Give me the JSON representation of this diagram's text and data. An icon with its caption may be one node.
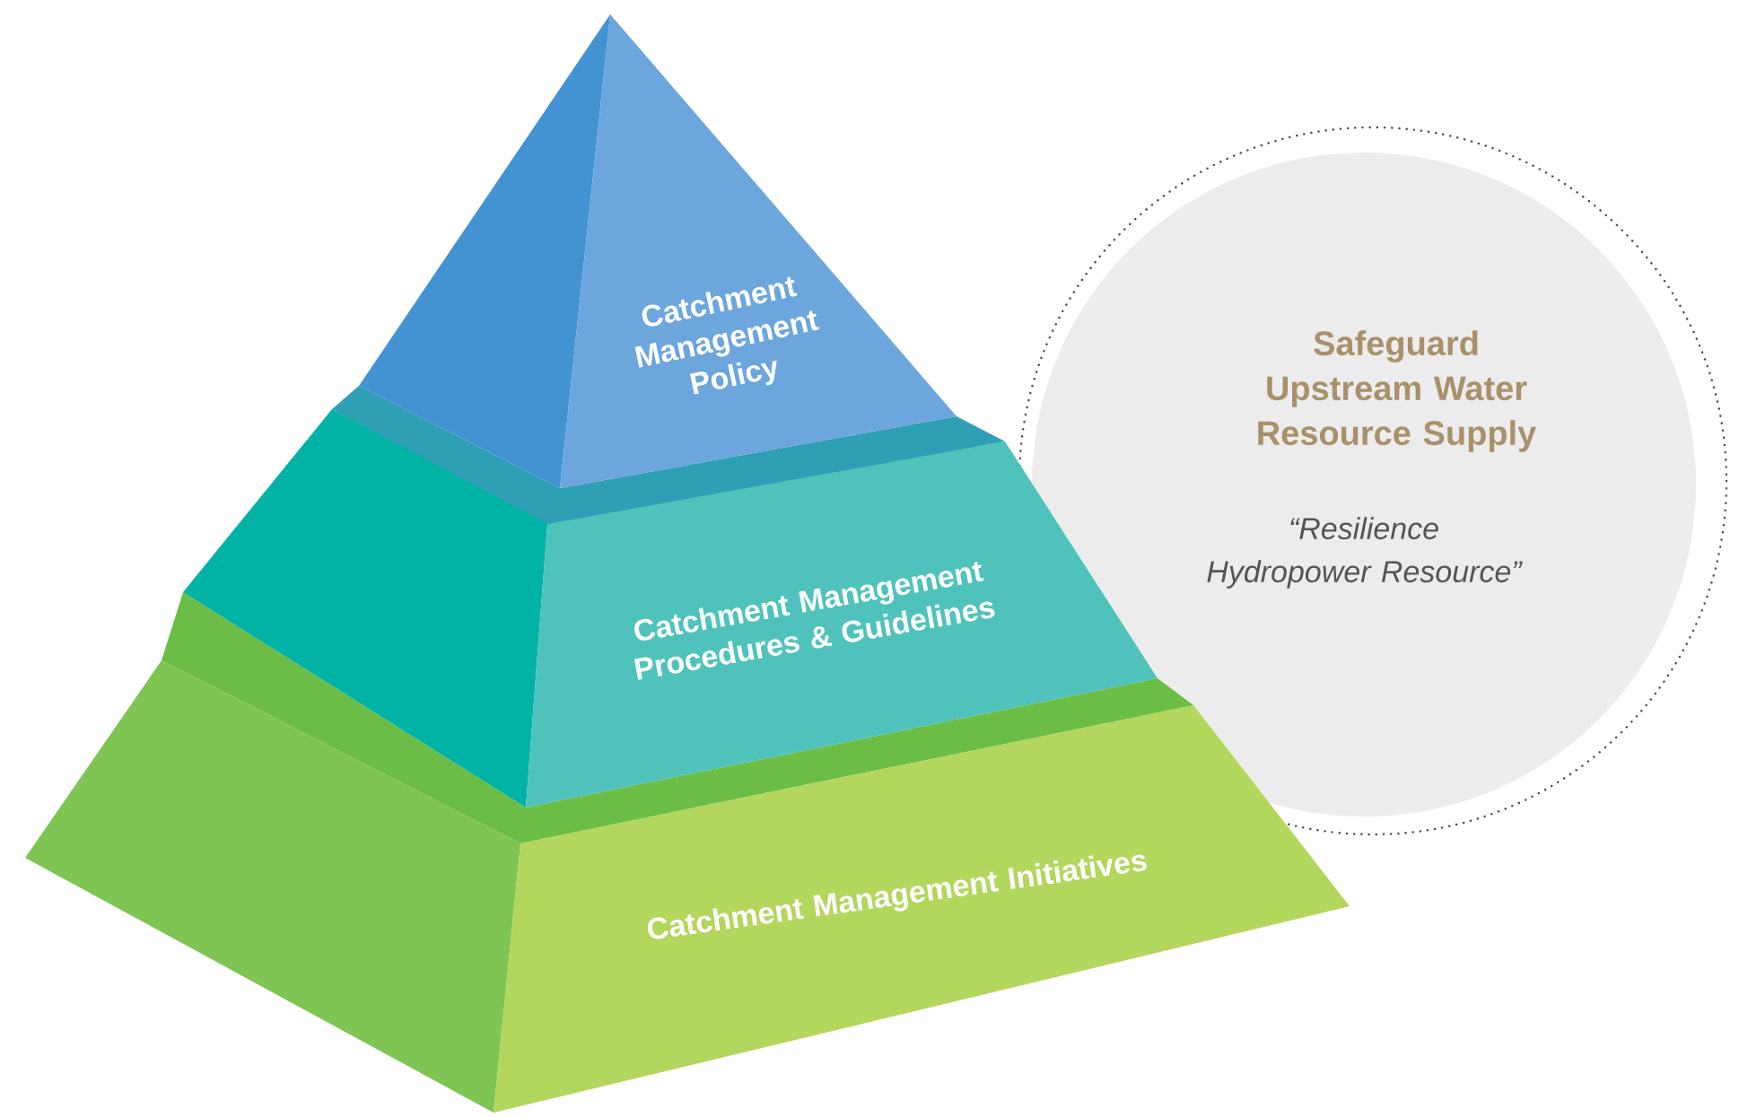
{
  "diagram": {
    "nodes": [
      {
        "text": [
          "Catchment Management Policy"
        ]
      },
      {
        "text": [
          "Catchment Management Procedures & Guidelines"
        ]
      },
      {
        "text": [
          "Catchment Management Initiatives"
        ]
      },
      {
        "text": [
          "Safeguard Upstream Water Resource Supply",
          "“Resilience Hydropower Resource”"
        ]
      }
    ]
  }
}
